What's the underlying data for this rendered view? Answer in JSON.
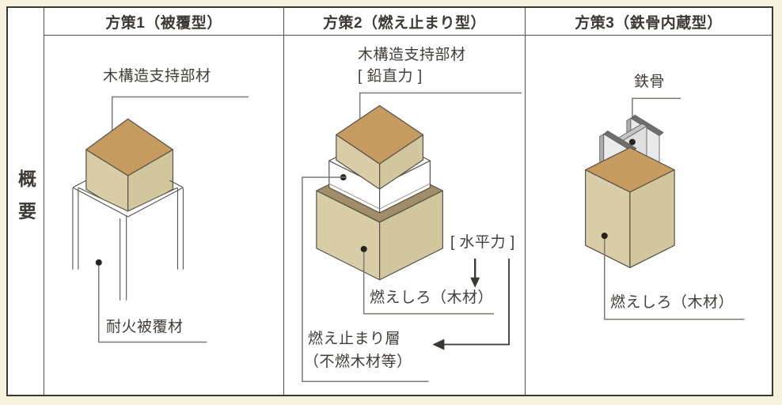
{
  "row_header": {
    "label": "概要"
  },
  "columns": [
    {
      "header": "方策1（被覆型）",
      "labels": {
        "top": "木構造支持部材",
        "bottom": "耐火被覆材"
      }
    },
    {
      "header": "方策2（燃え止まり型）",
      "labels": {
        "top": "木構造支持部材",
        "top_sub": "[ 鉛直力 ]",
        "horizontal_force": "[ 水平力 ]",
        "char_layer": "燃えしろ（木材）",
        "stop_layer": "燃え止まり層",
        "stop_layer_sub": "（不燃木材等）"
      }
    },
    {
      "header": "方策3（鉄骨内蔵型）",
      "labels": {
        "top": "鉄骨",
        "char_layer": "燃えしろ（木材）"
      }
    }
  ],
  "colors": {
    "page_background": "#f6f1dd",
    "table_background": "#ffffff",
    "border": "#3b3733",
    "wood_top": "#c69b5f",
    "wood_side": "#d8cda6",
    "burn_stop_rim": "#a18d68",
    "steel_face": "#e9e9e9",
    "steel_edge": "#6e6e6e",
    "outline": "#55504a",
    "text": "#3c3833"
  }
}
